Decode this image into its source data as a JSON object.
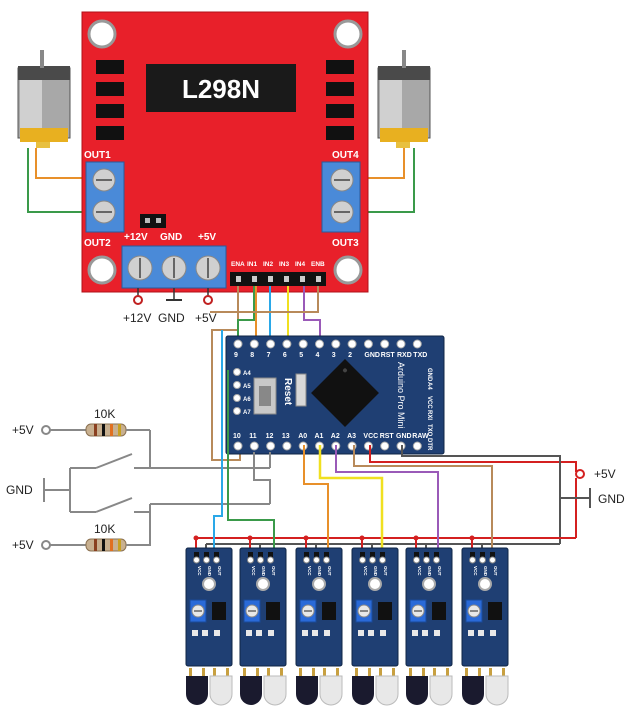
{
  "driver": {
    "chip": "L298N",
    "out1": "OUT1",
    "out2": "OUT2",
    "out3": "OUT3",
    "out4": "OUT4",
    "jumper_12v": "+12V",
    "jumper_gnd": "GND",
    "jumper_5v": "+5V",
    "pins": [
      "ENA",
      "IN1",
      "IN2",
      "IN3",
      "IN4",
      "ENB"
    ]
  },
  "power_terminals": {
    "v12": "+12V",
    "gnd": "GND",
    "v5": "+5V"
  },
  "arduino": {
    "name": "Arduino Pro Mini",
    "reset": "Reset",
    "top_pins": [
      "9",
      "8",
      "7",
      "6",
      "5",
      "4",
      "3",
      "2",
      "GND",
      "RST",
      "RXD",
      "TXD"
    ],
    "bottom_pins": [
      "10",
      "11",
      "12",
      "13",
      "A0",
      "A1",
      "A2",
      "A3",
      "VCC",
      "RST",
      "GND",
      "RAW"
    ],
    "side_pins": [
      "A4",
      "A5",
      "A6",
      "A7"
    ],
    "right_pins": [
      "GND",
      "A4",
      "VCC",
      "RXI",
      "TXO",
      "DTR"
    ]
  },
  "switch_circuit": {
    "top_vcc": "+5V",
    "top_resistor": "10K",
    "gnd": "GND",
    "bottom_resistor": "10K",
    "bottom_vcc": "+5V"
  },
  "right_power": {
    "v5": "+5V",
    "gnd": "GND"
  },
  "sensor_pin_labels": [
    "VCC",
    "GND",
    "OUT"
  ],
  "sensor_count": 6,
  "colors": {
    "board_red": "#e8202a",
    "arduino_blue": "#1f3f73",
    "wire_red": "#d42020",
    "wire_gray": "#555555",
    "wire_brown": "#b88a5a",
    "wire_orange": "#e8902a",
    "wire_cyan": "#2aa8e8",
    "wire_yellow": "#f0e020",
    "wire_purple": "#9a5ab8",
    "wire_green": "#3a9a4a"
  }
}
